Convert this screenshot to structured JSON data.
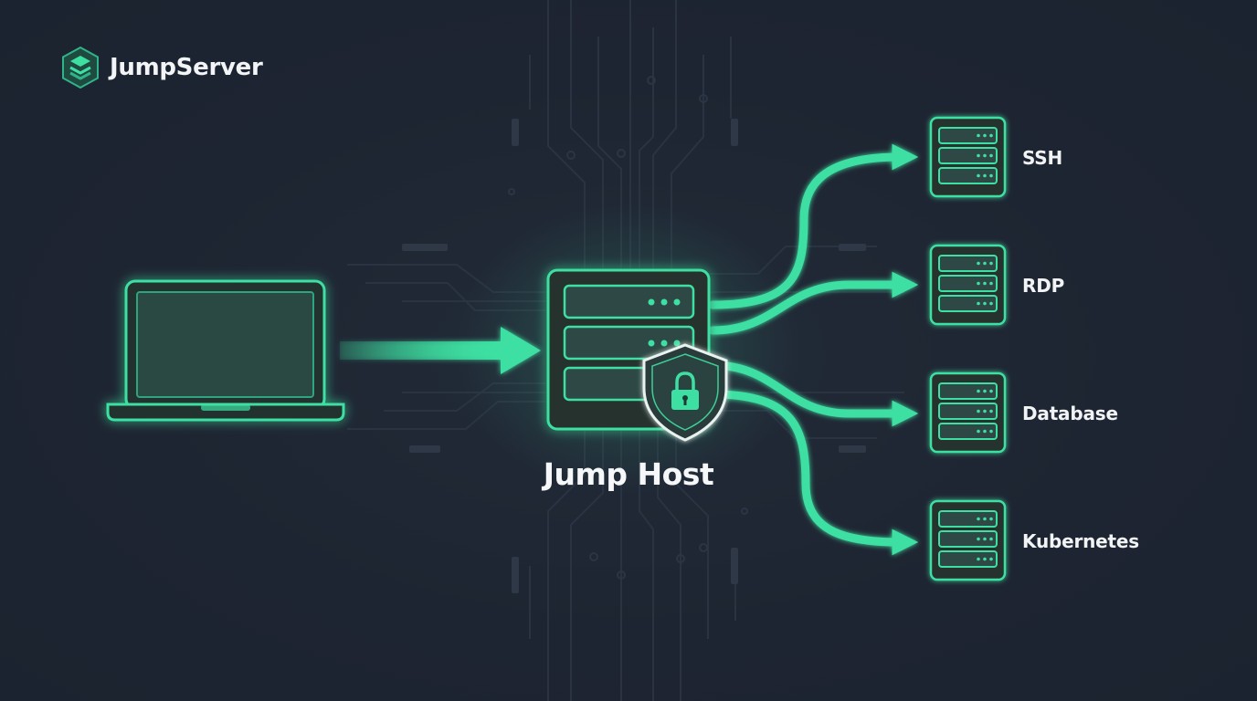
{
  "brand": {
    "name": "JumpServer",
    "logo_icon": "layered-cube-logo"
  },
  "colors": {
    "background": "#1e2532",
    "accent": "#3ee0a2",
    "accent_dim": "#2a9e78",
    "text": "#f2f4f6",
    "circuit": "#2b3442"
  },
  "diagram": {
    "client": {
      "icon": "laptop-icon"
    },
    "jump_host": {
      "label": "Jump Host",
      "icon": "server-icon",
      "badge_icon": "shield-lock-icon"
    },
    "targets": [
      {
        "label": "SSH",
        "icon": "server-icon"
      },
      {
        "label": "RDP",
        "icon": "server-icon"
      },
      {
        "label": "Database",
        "icon": "server-icon"
      },
      {
        "label": "Kubernetes",
        "icon": "server-icon"
      }
    ]
  }
}
